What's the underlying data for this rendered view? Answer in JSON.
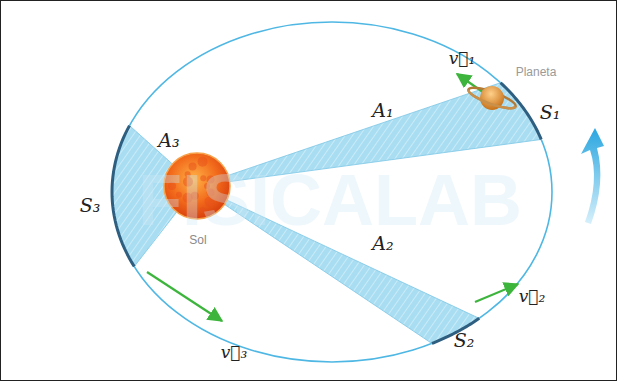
{
  "diagram": {
    "labels": [
      "Planeta",
      "v⃗₁",
      "S₁",
      "A₁",
      "A₃",
      "S₃",
      "Sol",
      "A₂",
      "v⃗₂",
      "S₂",
      "v⃗₃",
      "FISICALAB"
    ]
  }
}
